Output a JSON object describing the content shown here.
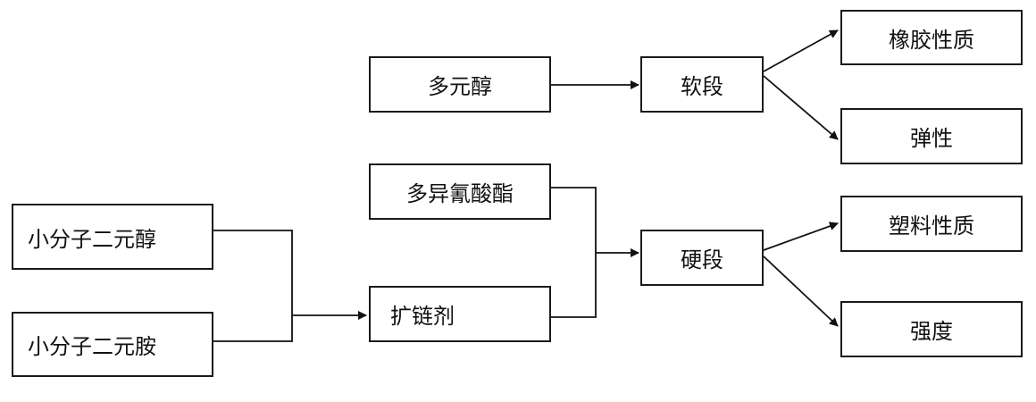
{
  "nodes": {
    "polyol": "多元醇",
    "soft_segment": "软段",
    "rubber_property": "橡胶性质",
    "elasticity": "弹性",
    "isocyanate": "多异氰酸酯",
    "hard_segment": "硬段",
    "plastic_property": "塑料性质",
    "strength": "强度",
    "small_diol": "小分子二元醇",
    "small_diamine": "小分子二元胺",
    "chain_extender": "扩链剂"
  },
  "style": {
    "line_color": "#111111",
    "box_border_color": "#1a1a1a",
    "background": "#ffffff"
  }
}
